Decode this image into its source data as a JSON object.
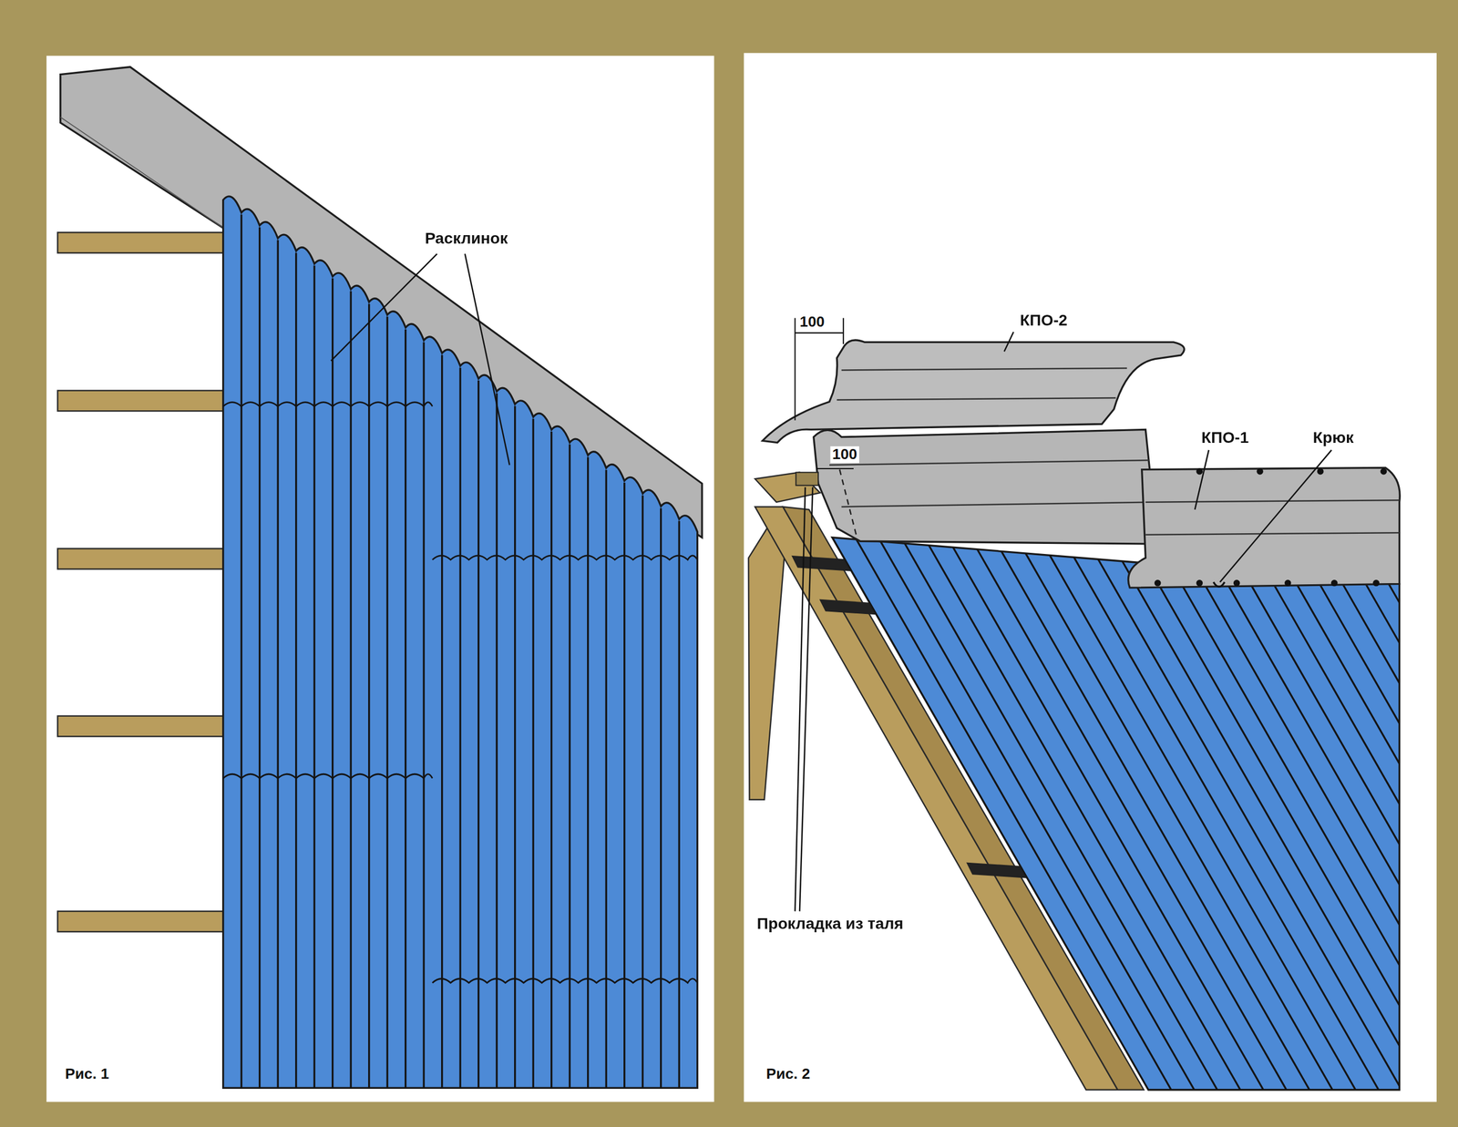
{
  "diagram": {
    "labels": [
      "Расклинок",
      "100",
      "КПО-2",
      "100",
      "КПО-1",
      "Крюк",
      "Прокладка из таля",
      "Рис. 1",
      "Рис. 2"
    ]
  }
}
